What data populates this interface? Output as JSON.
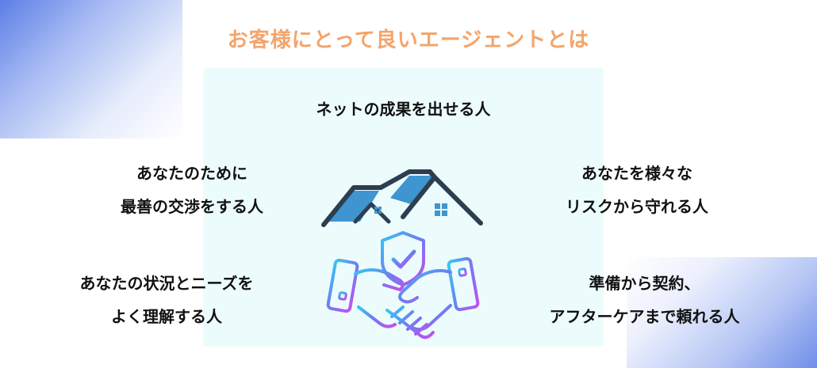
{
  "title": "お客様にとって良いエージェントとは",
  "top": "ネットの成果を出せる人",
  "left_top": {
    "line1": "あなたのために",
    "line2": "最善の交渉をする人"
  },
  "left_bottom": {
    "line1": "あなたの状況とニーズを",
    "line2": "よく理解する人"
  },
  "right_top": {
    "line1": "あなたを様々な",
    "line2": "リスクから守れる人"
  },
  "right_bottom": {
    "line1": "準備から契約、",
    "line2": "アフターケアまで頼れる人"
  },
  "icons": {
    "house": "house-icon",
    "handshake": "handshake-shield-icon"
  },
  "colors": {
    "title": "#f4a46a",
    "panel": "#ecfcfd",
    "roof_dark": "#2c3e50",
    "roof_fill": "#3f95cf",
    "gradient_start": "#35c7f0",
    "gradient_end": "#c44ff0"
  }
}
